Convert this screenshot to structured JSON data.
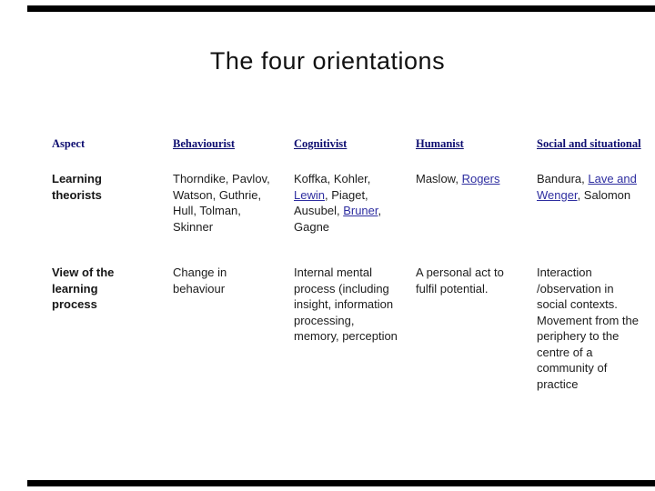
{
  "title": "The four orientations",
  "colors": {
    "header_navy": "#0d0d70",
    "link_blue": "#2e2ea0",
    "body_text": "#1c1c1c",
    "edge_bar": "#000000",
    "background": "#ffffff"
  },
  "table": {
    "header": [
      {
        "label": "Aspect",
        "link": false
      },
      {
        "label": "Behaviourist",
        "link": true
      },
      {
        "label": "Cognitivist",
        "link": true
      },
      {
        "label": "Humanist",
        "link": true
      },
      {
        "label": "Social and situational",
        "link": true
      }
    ],
    "rows": [
      {
        "label": "Learning theorists",
        "cells": [
          [
            {
              "text": "Thorndike, Pavlov, Watson, Guthrie, Hull, Tolman, Skinner",
              "link": false
            }
          ],
          [
            {
              "text": "Koffka, Kohler, ",
              "link": false
            },
            {
              "text": "Lewin",
              "link": true
            },
            {
              "text": ", Piaget, Ausubel, ",
              "link": false
            },
            {
              "text": "Bruner",
              "link": true
            },
            {
              "text": ", Gagne",
              "link": false
            }
          ],
          [
            {
              "text": "Maslow, ",
              "link": false
            },
            {
              "text": "Rogers",
              "link": true
            }
          ],
          [
            {
              "text": "Bandura, ",
              "link": false
            },
            {
              "text": "Lave and Wenger",
              "link": true
            },
            {
              "text": ", Salomon",
              "link": false
            }
          ]
        ]
      },
      {
        "label": "View of the learning process",
        "cells": [
          [
            {
              "text": "Change in behaviour",
              "link": false
            }
          ],
          [
            {
              "text": "Internal mental process (including insight, information processing, memory, perception",
              "link": false
            }
          ],
          [
            {
              "text": "A personal act to fulfil potential.",
              "link": false
            }
          ],
          [
            {
              "text": "Interaction /observation in social contexts. Movement from the periphery to the centre of a community of practice",
              "link": false
            }
          ]
        ]
      }
    ]
  }
}
